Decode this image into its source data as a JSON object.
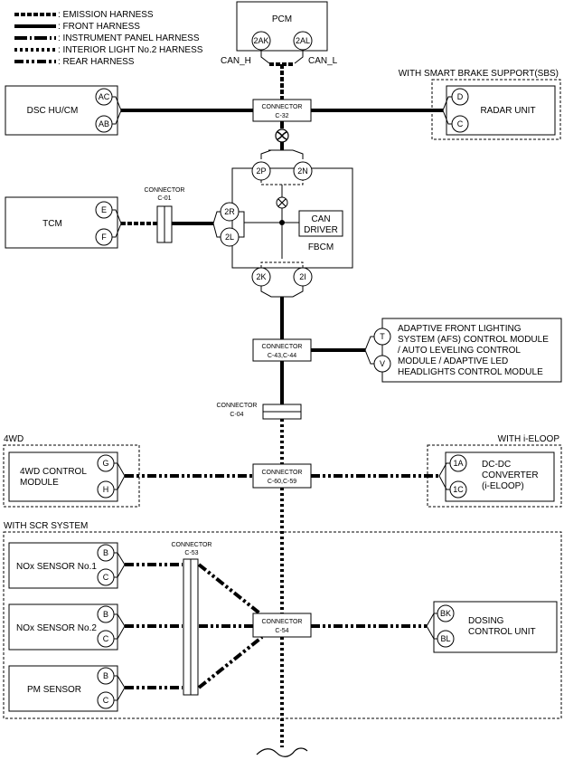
{
  "legend": [
    {
      "style": "emission",
      "label": ": EMISSION HARNESS"
    },
    {
      "style": "front",
      "label": ": FRONT HARNESS"
    },
    {
      "style": "ip",
      "label": ": INSTRUMENT PANEL HARNESS"
    },
    {
      "style": "interior",
      "label": ": INTERIOR LIGHT No.2 HARNESS"
    },
    {
      "style": "rear",
      "label": ": REAR HARNESS"
    }
  ],
  "pcm": {
    "name": "PCM",
    "pin_h": "2AK",
    "pin_l": "2AL",
    "can_h": "CAN_H",
    "can_l": "CAN_L"
  },
  "dsc": {
    "name": "DSC HU/CM",
    "pin1": "AC",
    "pin2": "AB"
  },
  "c32": {
    "title": "CONNECTOR",
    "id": "C-32"
  },
  "sbs": {
    "group": "WITH SMART BRAKE SUPPORT(SBS)",
    "name": "RADAR UNIT",
    "pin1": "D",
    "pin2": "C"
  },
  "fbcm": {
    "name": "FBCM",
    "can_driver_1": "CAN",
    "can_driver_2": "DRIVER",
    "pin_2p": "2P",
    "pin_2n": "2N",
    "pin_2r": "2R",
    "pin_2l": "2L",
    "pin_2k": "2K",
    "pin_2i": "2I"
  },
  "tcm": {
    "name": "TCM",
    "pin1": "E",
    "pin2": "F"
  },
  "c01": {
    "title": "CONNECTOR",
    "id": "C-01"
  },
  "c43": {
    "title": "CONNECTOR",
    "id": "C-43,C-44"
  },
  "afs": {
    "line1": "ADAPTIVE FRONT LIGHTING",
    "line2": "SYSTEM (AFS) CONTROL MODULE",
    "line3": "/ AUTO LEVELING CONTROL",
    "line4": "MODULE / ADAPTIVE LED",
    "line5": "HEADLIGHTS CONTROL MODULE",
    "pin1": "T",
    "pin2": "V"
  },
  "c04": {
    "title": "CONNECTOR",
    "id": "C-04"
  },
  "fwd": {
    "group": "4WD",
    "line1": "4WD CONTROL",
    "line2": "MODULE",
    "pin1": "G",
    "pin2": "H"
  },
  "c60": {
    "title": "CONNECTOR",
    "id": "C-60,C-59"
  },
  "dcdc": {
    "group": "WITH i-ELOOP",
    "line1": "DC-DC",
    "line2": "CONVERTER",
    "line3": "(i-ELOOP)",
    "pin1": "1A",
    "pin2": "1C"
  },
  "scr": {
    "group": "WITH SCR SYSTEM"
  },
  "nox1": {
    "name": "NOx SENSOR No.1",
    "pin1": "B",
    "pin2": "C"
  },
  "nox2": {
    "name": "NOx SENSOR No.2",
    "pin1": "B",
    "pin2": "C"
  },
  "pm": {
    "name": "PM SENSOR",
    "pin1": "B",
    "pin2": "C"
  },
  "c53": {
    "title": "CONNECTOR",
    "id": "C-53"
  },
  "c54": {
    "title": "CONNECTOR",
    "id": "C-54"
  },
  "dosing": {
    "line1": "DOSING",
    "line2": "CONTROL UNIT",
    "pin1": "BK",
    "pin2": "BL"
  }
}
